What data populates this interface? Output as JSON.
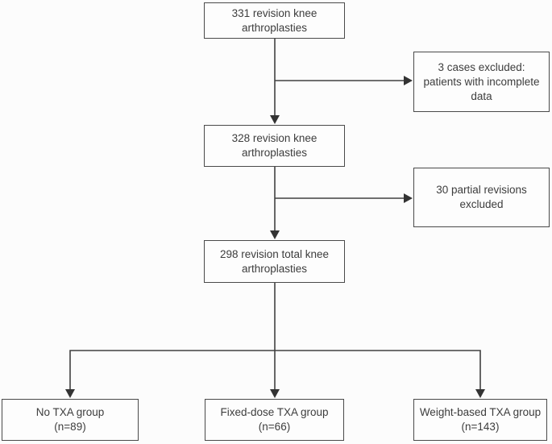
{
  "diagram": {
    "type": "flowchart",
    "nodes": {
      "cohort_initial": {
        "lines": [
          "331 revision knee",
          "arthroplasties"
        ]
      },
      "excluded_incomplete": {
        "lines": [
          "3 cases excluded:",
          "patients with incomplete",
          "data"
        ]
      },
      "cohort_after_excl": {
        "lines": [
          "328 revision knee",
          "arthroplasties"
        ]
      },
      "excluded_partial": {
        "lines": [
          "30 partial revisions",
          "excluded"
        ]
      },
      "cohort_total_knee": {
        "lines": [
          "298 revision total knee",
          "arthroplasties"
        ]
      },
      "group_no_txa": {
        "lines": [
          "No TXA group",
          "(n=89)"
        ]
      },
      "group_fixed_dose": {
        "lines": [
          "Fixed-dose TXA group",
          "(n=66)"
        ]
      },
      "group_weight_based": {
        "lines": [
          "Weight-based TXA group",
          "(n=143)"
        ]
      }
    },
    "colors": {
      "line": "#404040",
      "arrow": "#333333",
      "border": "#4a4a4a",
      "text": "#3d3d3d",
      "box_fill": "#fdfdfd",
      "background": "#fcfcfc"
    }
  }
}
